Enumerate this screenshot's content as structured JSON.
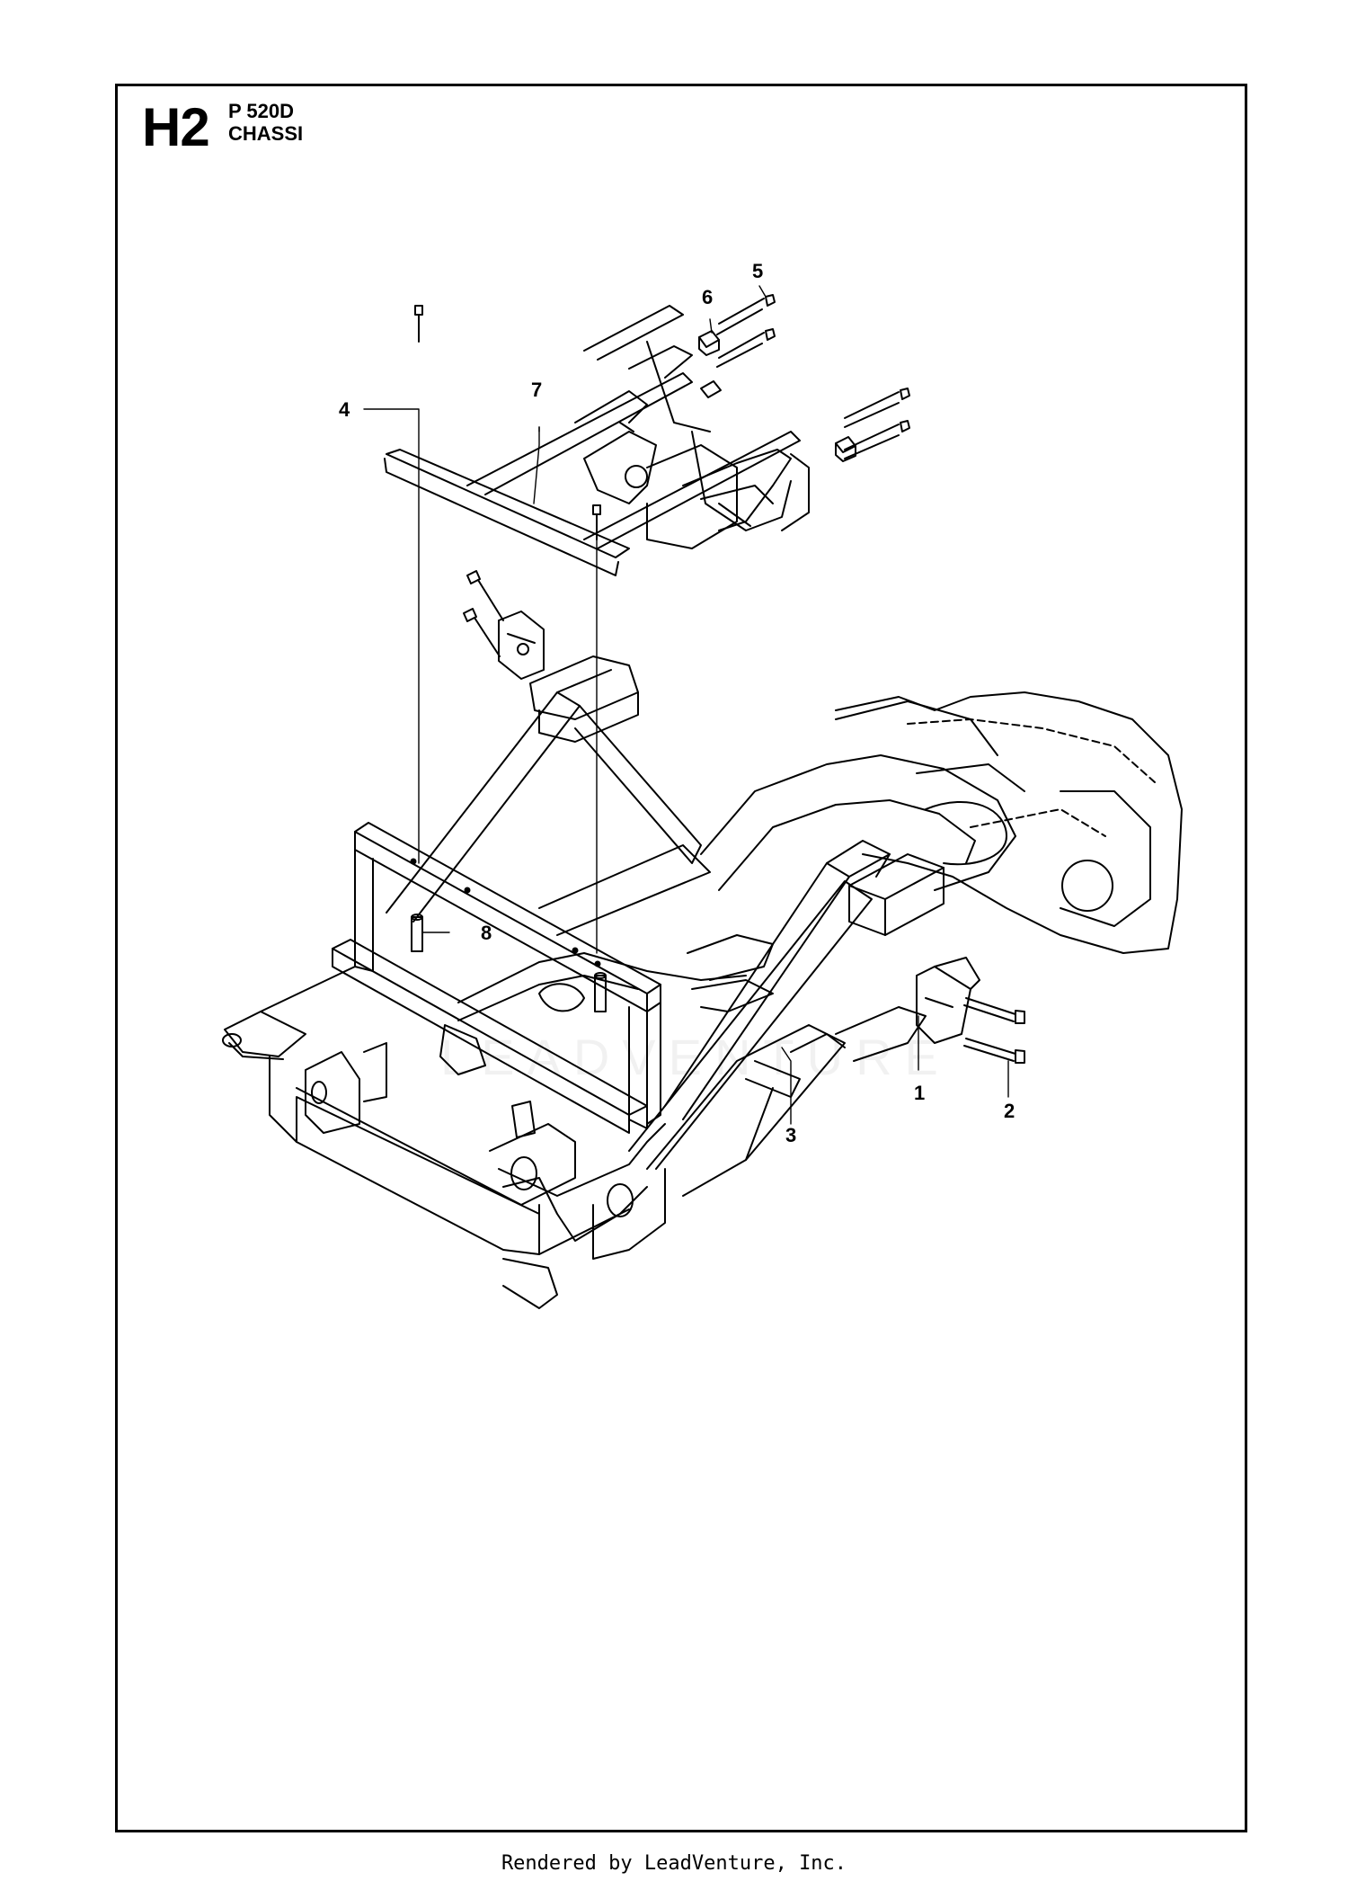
{
  "header": {
    "section_code": "H2",
    "model": "P 520D",
    "title": "CHASSI"
  },
  "callouts": [
    {
      "number": "1",
      "label": "1"
    },
    {
      "number": "2",
      "label": "2"
    },
    {
      "number": "3",
      "label": "3"
    },
    {
      "number": "4",
      "label": "4"
    },
    {
      "number": "5",
      "label": "5"
    },
    {
      "number": "6",
      "label": "6"
    },
    {
      "number": "7",
      "label": "7"
    },
    {
      "number": "8",
      "label": "8"
    }
  ],
  "watermark": "LEADVENTURE",
  "footer": "Rendered by LeadVenture, Inc."
}
